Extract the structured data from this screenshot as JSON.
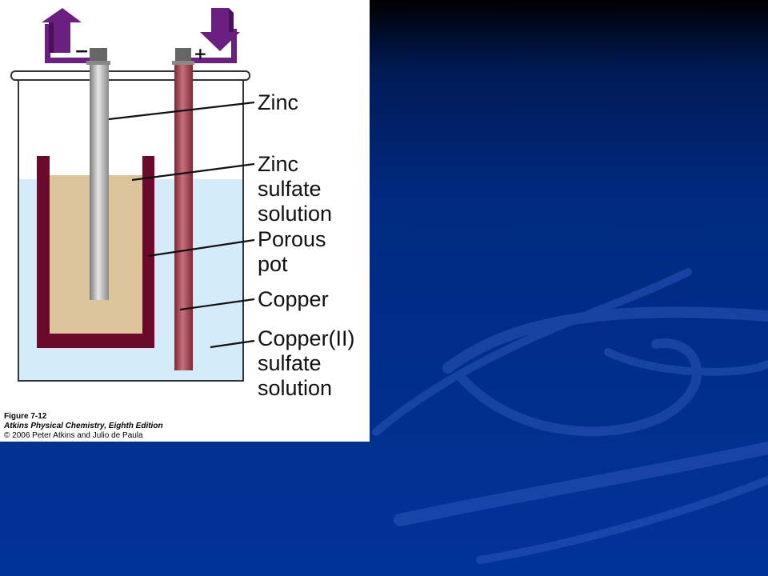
{
  "slide": {
    "background_colors": [
      "#000000",
      "#002a80",
      "#003399",
      "#1f4db0"
    ]
  },
  "figure": {
    "terminal_negative": "−",
    "terminal_positive": "+",
    "labels": {
      "zinc": "Zinc",
      "zinc_sulfate_1": "Zinc",
      "zinc_sulfate_2": "sulfate",
      "zinc_sulfate_3": "solution",
      "porous_pot_1": "Porous",
      "porous_pot_2": "pot",
      "copper": "Copper",
      "copper_sulfate_1": "Copper(II)",
      "copper_sulfate_2": "sulfate",
      "copper_sulfate_3": "solution"
    },
    "colors": {
      "arrow_purple": "#6b1f80",
      "copper_rod": "#9a3d4a",
      "porous_pot": "#6b0a2a",
      "zinc_solution": "#dcc49a",
      "copper_solution": "#d4ecfa",
      "zinc_rod": "#a9a9a9"
    },
    "icons": [
      "electron-out-arrow-icon",
      "electron-in-arrow-icon"
    ]
  },
  "caption": {
    "figure_number": "Figure 7-12",
    "book": "Atkins Physical Chemistry, Eighth Edition",
    "copyright": "© 2006 Peter Atkins and Julio de Paula"
  }
}
